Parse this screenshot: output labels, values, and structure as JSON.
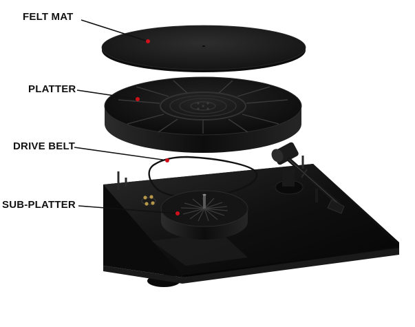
{
  "labels": {
    "felt_mat": "FELT MAT",
    "platter": "PLATTER",
    "drive_belt": "DRIVE BELT",
    "sub_platter": "SUB-PLATTER"
  },
  "colors": {
    "background": "#ffffff",
    "component_black": "#121212",
    "leader_line": "#111111",
    "marker_dot": "#d0101a"
  },
  "icons": {
    "cartridge_pins": "connector-pins-icon"
  }
}
